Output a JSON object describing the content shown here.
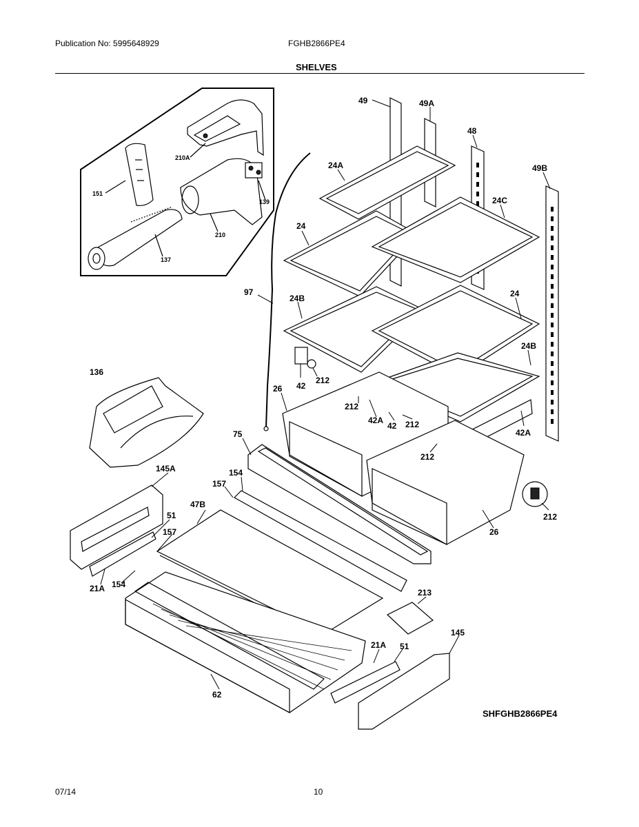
{
  "header": {
    "publication": "Publication No: 5995648929",
    "model": "FGHB2866PE4",
    "section_title": "SHELVES"
  },
  "footer": {
    "date": "07/14",
    "page_number": "10"
  },
  "diagram": {
    "reference_code": "SHFGHB2866PE4",
    "inset_callouts": [
      "210A",
      "151",
      "139",
      "210",
      "137"
    ],
    "callouts": [
      "49",
      "49A",
      "48",
      "49B",
      "24A",
      "24C",
      "24",
      "97",
      "24B",
      "24",
      "24B",
      "136",
      "42",
      "212",
      "26",
      "212",
      "42A",
      "42",
      "212",
      "42A",
      "212",
      "75",
      "145A",
      "154",
      "157",
      "47B",
      "51",
      "157",
      "212",
      "26",
      "21A",
      "154",
      "213",
      "145",
      "21A",
      "51",
      "62"
    ]
  }
}
